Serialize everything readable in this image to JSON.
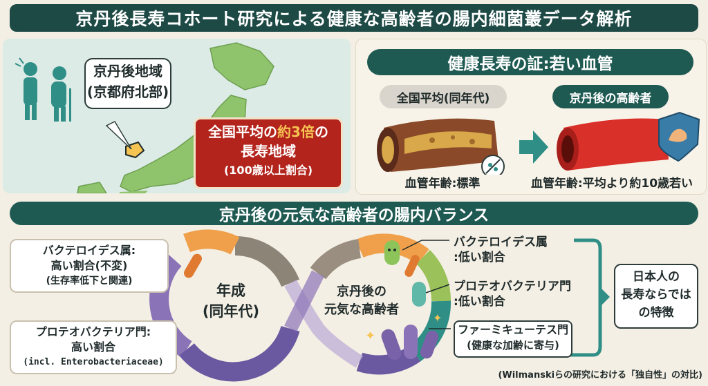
{
  "title": "京丹後長寿コホート研究による健康な高齢者の腸内細菌叢データ解析",
  "map_panel": {
    "region_line1": "京丹後地域",
    "region_line2": "(京都府北部)",
    "stat_line1_pre": "全国平均の",
    "stat_line1_highlight": "約3倍",
    "stat_line1_post": "の",
    "stat_line2": "長寿地域",
    "stat_line3": "(100歳以上割合)",
    "colors": {
      "land": "#8fc46c",
      "sea": "#dcebe6",
      "stat_box": "#b3241c",
      "highlight": "#f6c453"
    }
  },
  "vessel_panel": {
    "heading": "健康長寿の証:若い血管",
    "left_pill": "全国平均(同年代)",
    "right_pill": "京丹後の高齢者",
    "left_caption": "血管年齢:標準",
    "right_caption": "血管年齢:平均より約10歳若い",
    "icons": [
      "no-entry-icon",
      "shield-muscle-icon",
      "arrow-right-icon"
    ]
  },
  "section_heading": "京丹後の元気な高齢者の腸内バランス",
  "left_ring": {
    "center_line1": "年成",
    "center_line2": "(同年代)",
    "box1_line1": "バクテロイデス属:",
    "box1_line2": "高い割合(不変)",
    "box1_line3": "(生存率低下と関連)",
    "box2_line1": "プロテオバクテリア門:",
    "box2_line2": "高い割合",
    "box2_line3": "(incl. Enterobacteriaceae)"
  },
  "right_ring": {
    "center_line1": "京丹後の",
    "center_line2": "元気な高齢者",
    "item1_line1": "バクテロイデス属",
    "item1_line2": ":低い割合",
    "item2_line1": "プロテオバクテリア門",
    "item2_line2": ":低い割合",
    "item3_line1": "ファーミキューテス門",
    "item3_line2": "(健康な加齢に寄与)"
  },
  "conclusion": {
    "line1": "日本人の",
    "line2": "長寿ならでは",
    "line3": "の特徴"
  },
  "footnote": "(Wilmanskiらの研究における「独自性」の対比)",
  "colors": {
    "dark_teal": "#1e4a46",
    "orange": "#f0a04b",
    "purple": "#7a62a8",
    "teal": "#2f8f86",
    "green": "#9bc25a"
  }
}
